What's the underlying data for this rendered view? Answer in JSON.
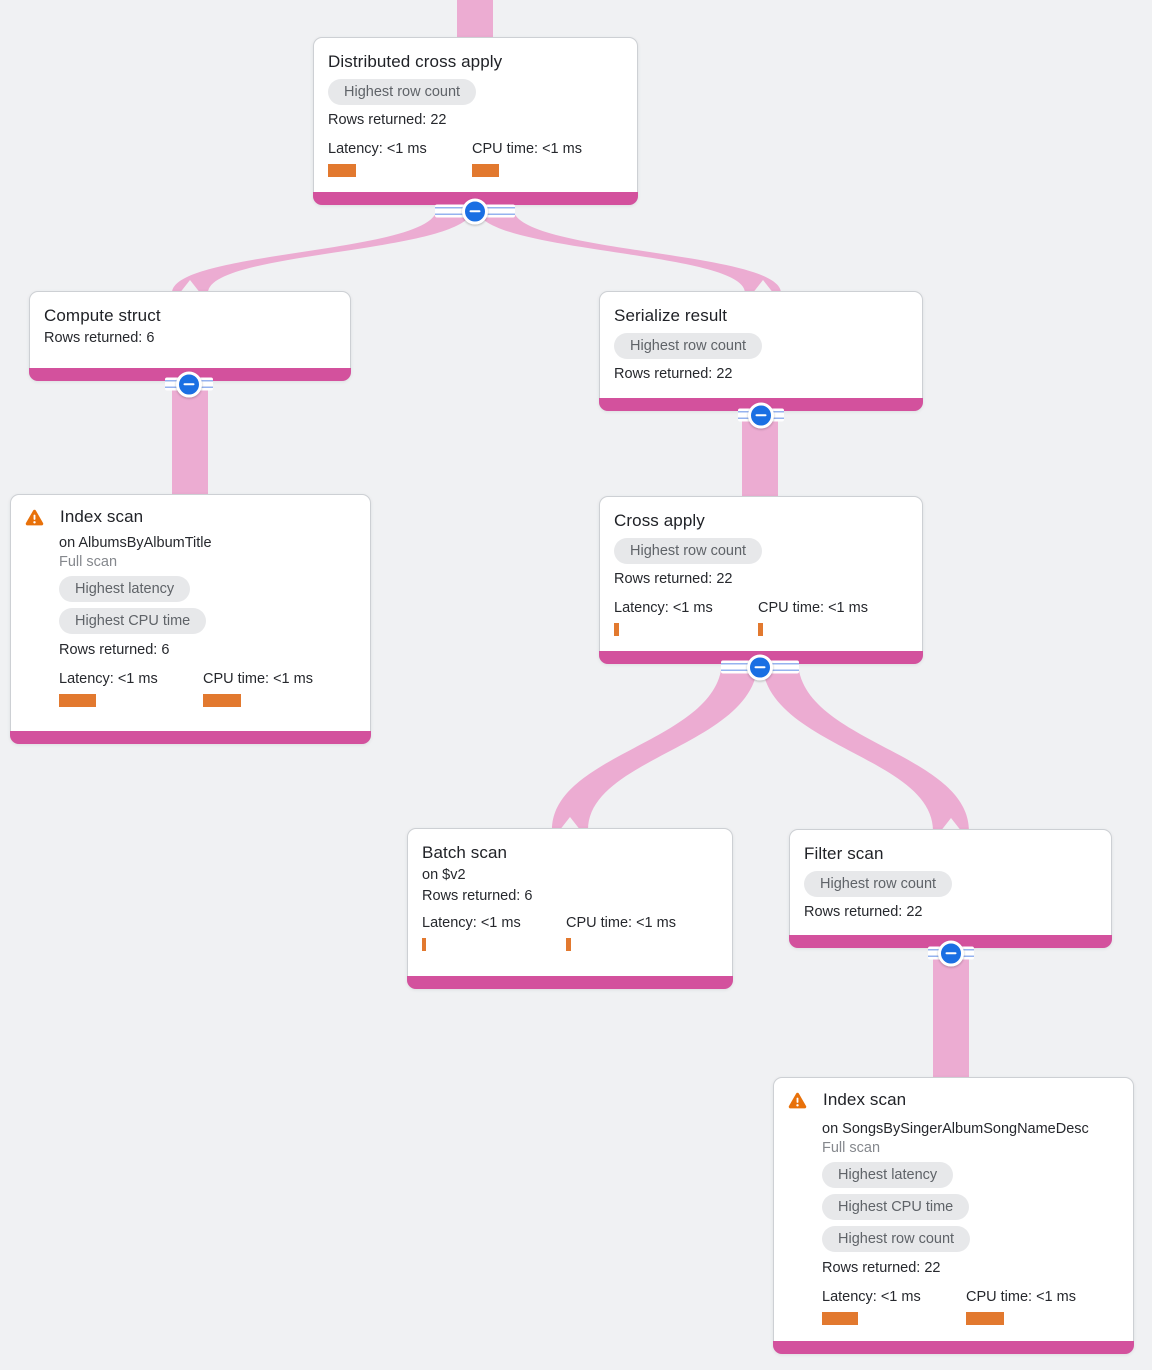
{
  "app": "query-execution-plan-visualizer",
  "colors": {
    "background": "#f0f1f3",
    "node_background": "#ffffff",
    "node_accent_pink": "#d3519d",
    "flow_ribbon_pink": "#ecacd2",
    "badge_background": "#e7e8ea",
    "badge_text": "#5f6368",
    "metric_bar_orange": "#e2792f",
    "collapse_blue": "#1a6fe3",
    "warning_orange": "#e8710a"
  },
  "icons": {
    "warning": "warning-triangle-icon",
    "collapse": "minus-icon"
  },
  "nodes": [
    {
      "title": "Distributed cross apply",
      "badges": [
        "Highest row count"
      ],
      "rows": "Rows returned: 22",
      "metrics": {
        "latency": "Latency: <1 ms",
        "cpu": "CPU time: <1 ms"
      }
    },
    {
      "title": "Compute struct",
      "rows": "Rows returned: 6"
    },
    {
      "title": "Serialize result",
      "badges": [
        "Highest row count"
      ],
      "rows": "Rows returned: 22"
    },
    {
      "title": "Index scan",
      "subtitle": "on AlbumsByAlbumTitle",
      "scan_type": "Full scan",
      "has_warning": true,
      "badges": [
        "Highest latency",
        "Highest CPU time"
      ],
      "rows": "Rows returned: 6",
      "metrics": {
        "latency": "Latency: <1 ms",
        "cpu": "CPU time: <1 ms"
      }
    },
    {
      "title": "Cross apply",
      "badges": [
        "Highest row count"
      ],
      "rows": "Rows returned: 22",
      "metrics": {
        "latency": "Latency: <1 ms",
        "cpu": "CPU time: <1 ms"
      }
    },
    {
      "title": "Batch scan",
      "subtitle": "on $v2",
      "rows": "Rows returned: 6",
      "metrics": {
        "latency": "Latency: <1 ms",
        "cpu": "CPU time: <1 ms"
      }
    },
    {
      "title": "Filter scan",
      "badges": [
        "Highest row count"
      ],
      "rows": "Rows returned: 22"
    },
    {
      "title": "Index scan",
      "subtitle": "on SongsBySingerAlbumSongNameDesc",
      "scan_type": "Full scan",
      "has_warning": true,
      "badges": [
        "Highest latency",
        "Highest CPU time",
        "Highest row count"
      ],
      "rows": "Rows returned: 22",
      "metrics": {
        "latency": "Latency: <1 ms",
        "cpu": "CPU time: <1 ms"
      }
    }
  ],
  "edges": [
    {
      "from": "(parent above viewport)",
      "to": "Distributed cross apply"
    },
    {
      "from": "Distributed cross apply",
      "to": "Compute struct"
    },
    {
      "from": "Distributed cross apply",
      "to": "Serialize result"
    },
    {
      "from": "Compute struct",
      "to": "Index scan (AlbumsByAlbumTitle)"
    },
    {
      "from": "Serialize result",
      "to": "Cross apply"
    },
    {
      "from": "Cross apply",
      "to": "Batch scan"
    },
    {
      "from": "Cross apply",
      "to": "Filter scan"
    },
    {
      "from": "Filter scan",
      "to": "Index scan (SongsBySingerAlbumSongNameDesc)"
    }
  ]
}
